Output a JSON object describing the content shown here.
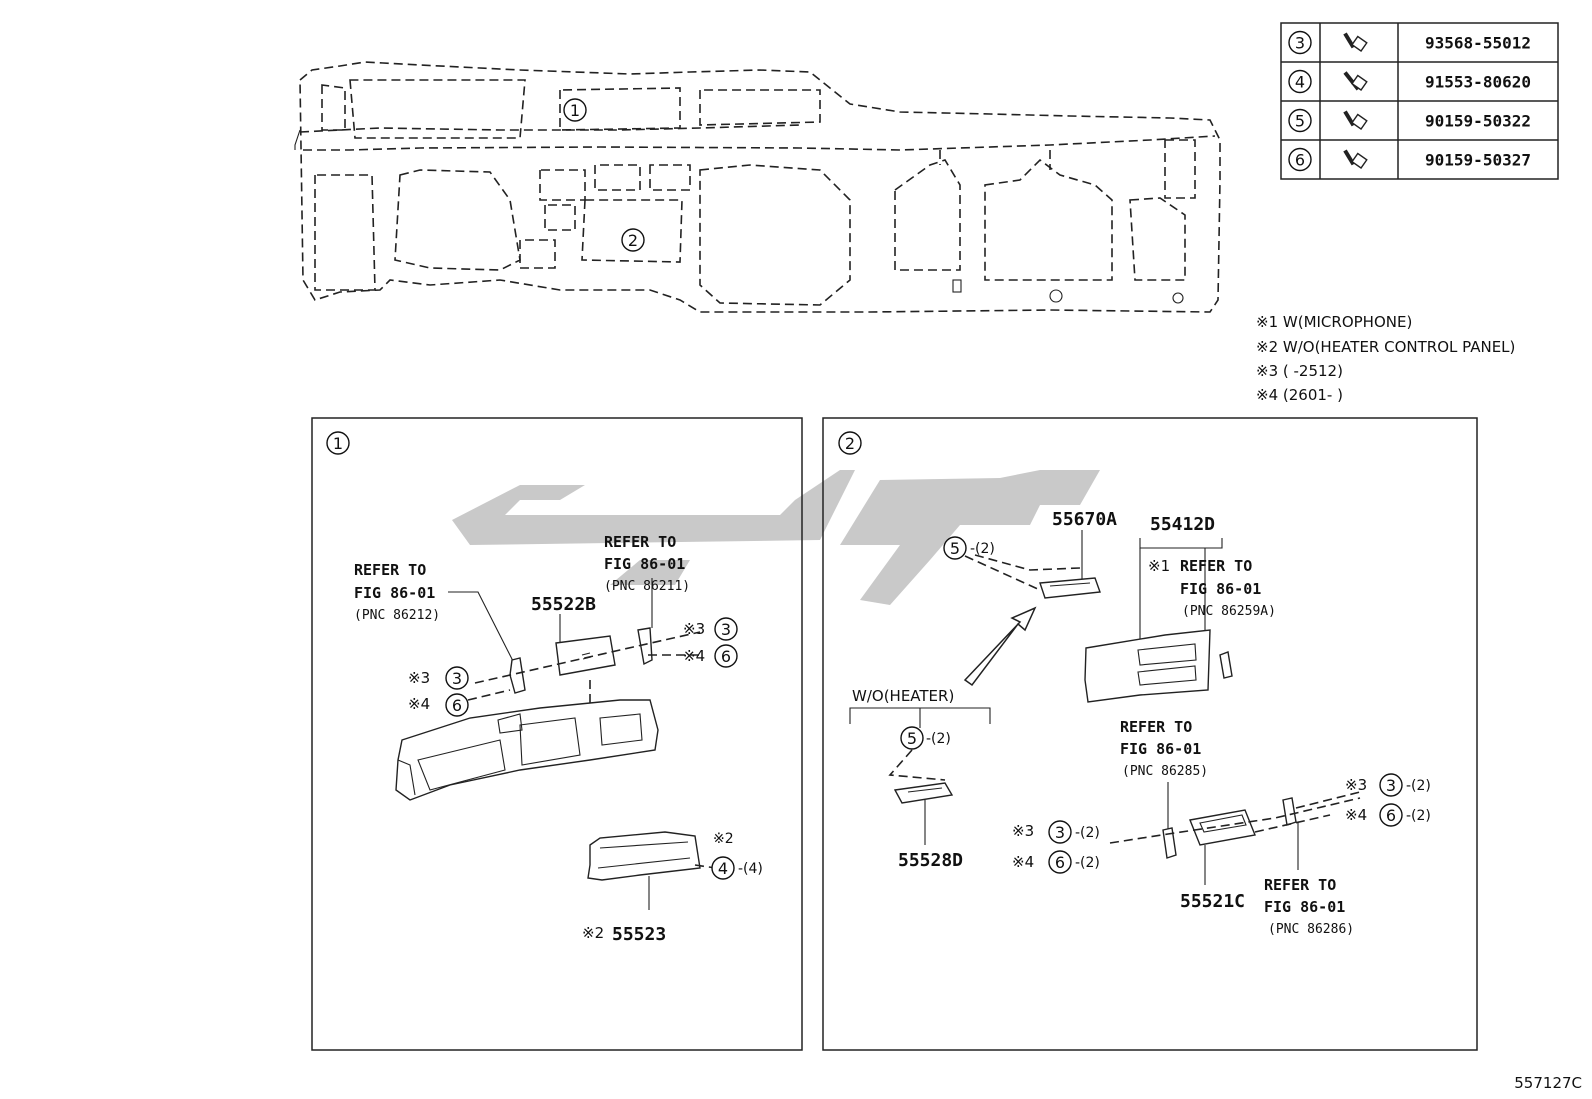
{
  "fastener_table": [
    {
      "key": "3",
      "part_no": "93568-55012",
      "icon": "screw-with-washer-icon"
    },
    {
      "key": "4",
      "part_no": "91553-80620",
      "icon": "long-bolt-icon"
    },
    {
      "key": "5",
      "part_no": "90159-50322",
      "icon": "screw-icon"
    },
    {
      "key": "6",
      "part_no": "90159-50327",
      "icon": "screw-icon"
    }
  ],
  "overview": {
    "callout_1": "1",
    "callout_2": "2"
  },
  "notes": [
    "※1 W(MICROPHONE)",
    "※2 W/O(HEATER CONTROL PANEL)",
    "※3 (    -2512)",
    "※4 (2601-    )"
  ],
  "panel1": {
    "number": "1",
    "ref_left": {
      "l1": "REFER TO",
      "l2": "FIG 86-01",
      "l3": "(PNC 86212)"
    },
    "ref_right": {
      "l1": "REFER TO",
      "l2": "FIG 86-01",
      "l3": "(PNC 86211)"
    },
    "part_55522b": "55522B",
    "part_55523_mark": "※2",
    "part_55523": "55523",
    "left_n3_mark": "※3",
    "left_n3_num": "3",
    "left_n4_mark": "※4",
    "left_n4_num": "6",
    "right_n3_mark": "※3",
    "right_n3_num": "3",
    "right_n4_mark": "※4",
    "right_n4_num": "6",
    "bottom_mark": "※2",
    "bottom_num": "4",
    "bottom_qty": "-(4)"
  },
  "panel2": {
    "number": "2",
    "part_55670a": "55670A",
    "part_55412d": "55412D",
    "part_55528d": "55528D",
    "part_55521c": "55521C",
    "top_screw_num": "5",
    "top_screw_qty": "-(2)",
    "wo_heater": "W/O(HEATER)",
    "mid_screw_num": "5",
    "mid_screw_qty": "-(2)",
    "ref_upper": {
      "mark": "※1",
      "l1": "REFER TO",
      "l2": "FIG 86-01",
      "l3": "(PNC 86259A)"
    },
    "ref_mid": {
      "l1": "REFER TO",
      "l2": "FIG 86-01",
      "l3": "(PNC 86285)"
    },
    "ref_lower": {
      "l1": "REFER TO",
      "l2": "FIG 86-01",
      "l3": "(PNC 86286)"
    },
    "left_n3_mark": "※3",
    "left_n3_num": "3",
    "left_n3_qty": "-(2)",
    "left_n4_mark": "※4",
    "left_n4_num": "6",
    "left_n4_qty": "-(2)",
    "right_n3_mark": "※3",
    "right_n3_num": "3",
    "right_n3_qty": "-(2)",
    "right_n4_mark": "※4",
    "right_n4_num": "6",
    "right_n4_qty": "-(2)"
  },
  "figure_id": "557127C"
}
